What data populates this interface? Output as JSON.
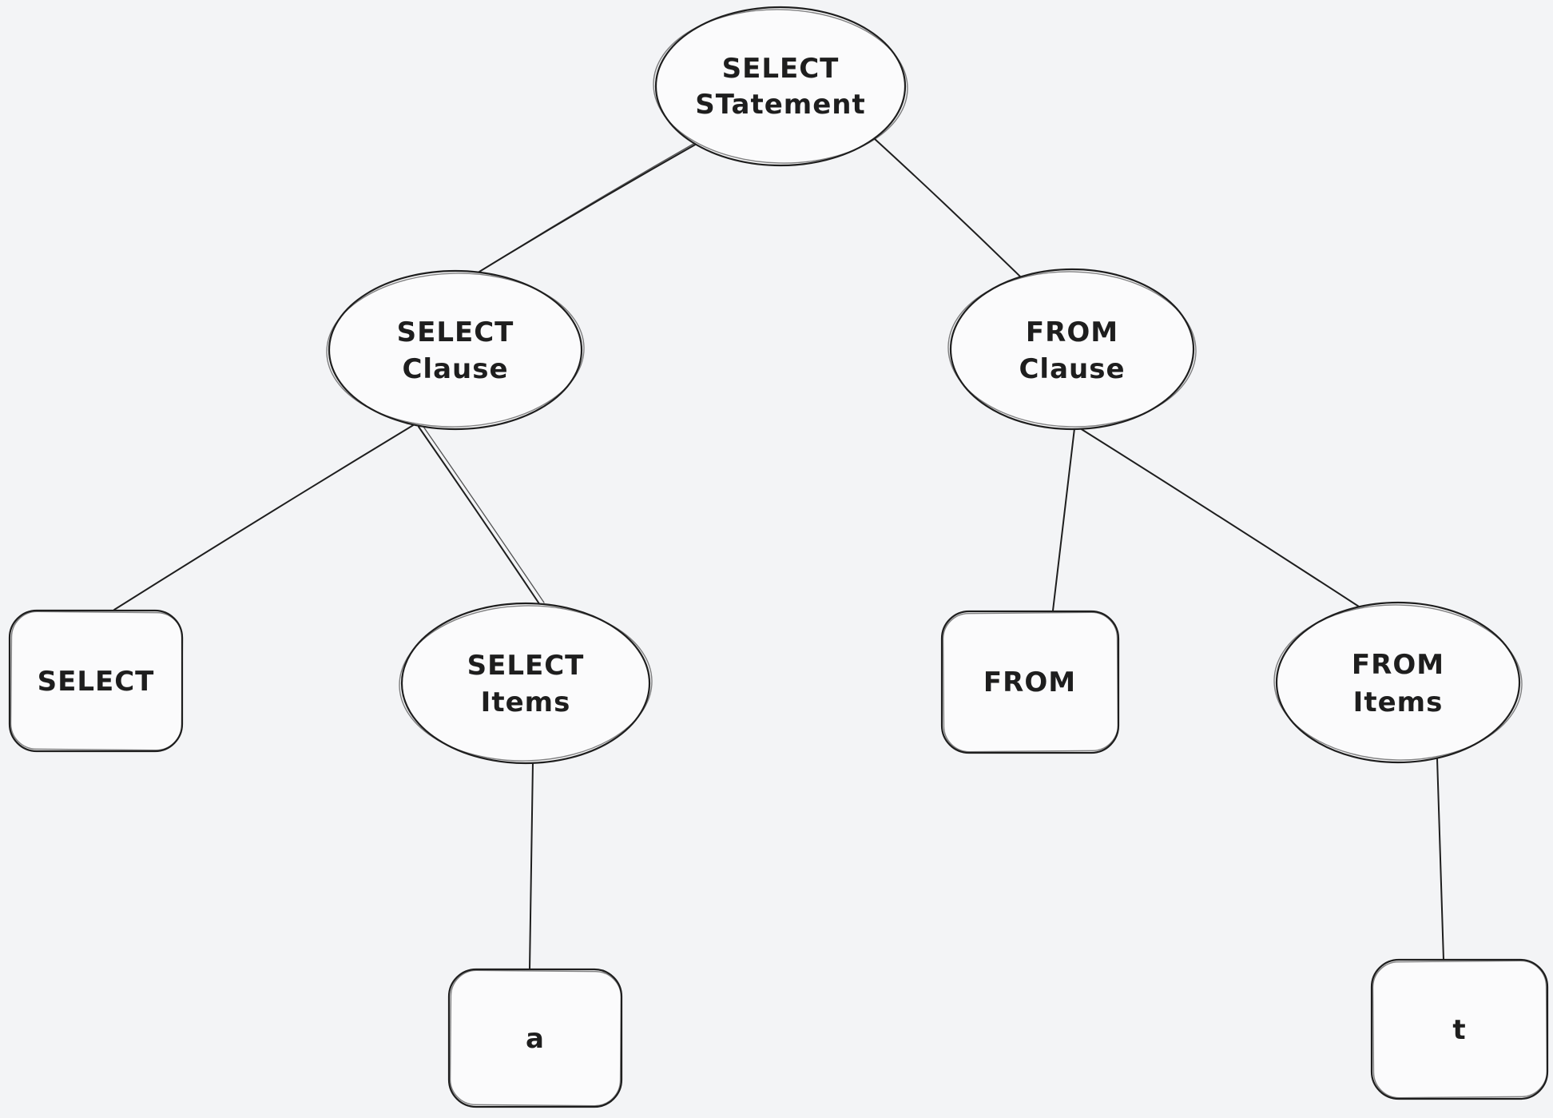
{
  "diagram": {
    "description": "Hand-drawn parse tree of a SQL SELECT statement",
    "colors": {
      "background": "#f3f4f6",
      "shape_fill": "#fbfbfc",
      "stroke": "#1e1e1e",
      "text": "#1e1e1e"
    },
    "nodes": {
      "select_statement": {
        "shape": "ellipse",
        "line1": "SELECT",
        "line2": "STatement"
      },
      "select_clause": {
        "shape": "ellipse",
        "line1": "SELECT",
        "line2": "Clause"
      },
      "from_clause": {
        "shape": "ellipse",
        "line1": "FROM",
        "line2": "Clause"
      },
      "select_keyword": {
        "shape": "rectangle",
        "label": "SELECT"
      },
      "select_items": {
        "shape": "ellipse",
        "line1": "SELECT",
        "line2": "Items"
      },
      "from_keyword": {
        "shape": "rectangle",
        "label": "FROM"
      },
      "from_items": {
        "shape": "ellipse",
        "line1": "FROM",
        "line2": "Items"
      },
      "item_a": {
        "shape": "rectangle",
        "label": "a"
      },
      "item_t": {
        "shape": "rectangle",
        "label": "t"
      }
    },
    "edges": [
      {
        "from": "select_statement",
        "to": "select_clause"
      },
      {
        "from": "select_statement",
        "to": "from_clause"
      },
      {
        "from": "select_clause",
        "to": "select_keyword"
      },
      {
        "from": "select_clause",
        "to": "select_items"
      },
      {
        "from": "from_clause",
        "to": "from_keyword"
      },
      {
        "from": "from_clause",
        "to": "from_items"
      },
      {
        "from": "select_items",
        "to": "item_a"
      },
      {
        "from": "from_items",
        "to": "item_t"
      }
    ]
  }
}
